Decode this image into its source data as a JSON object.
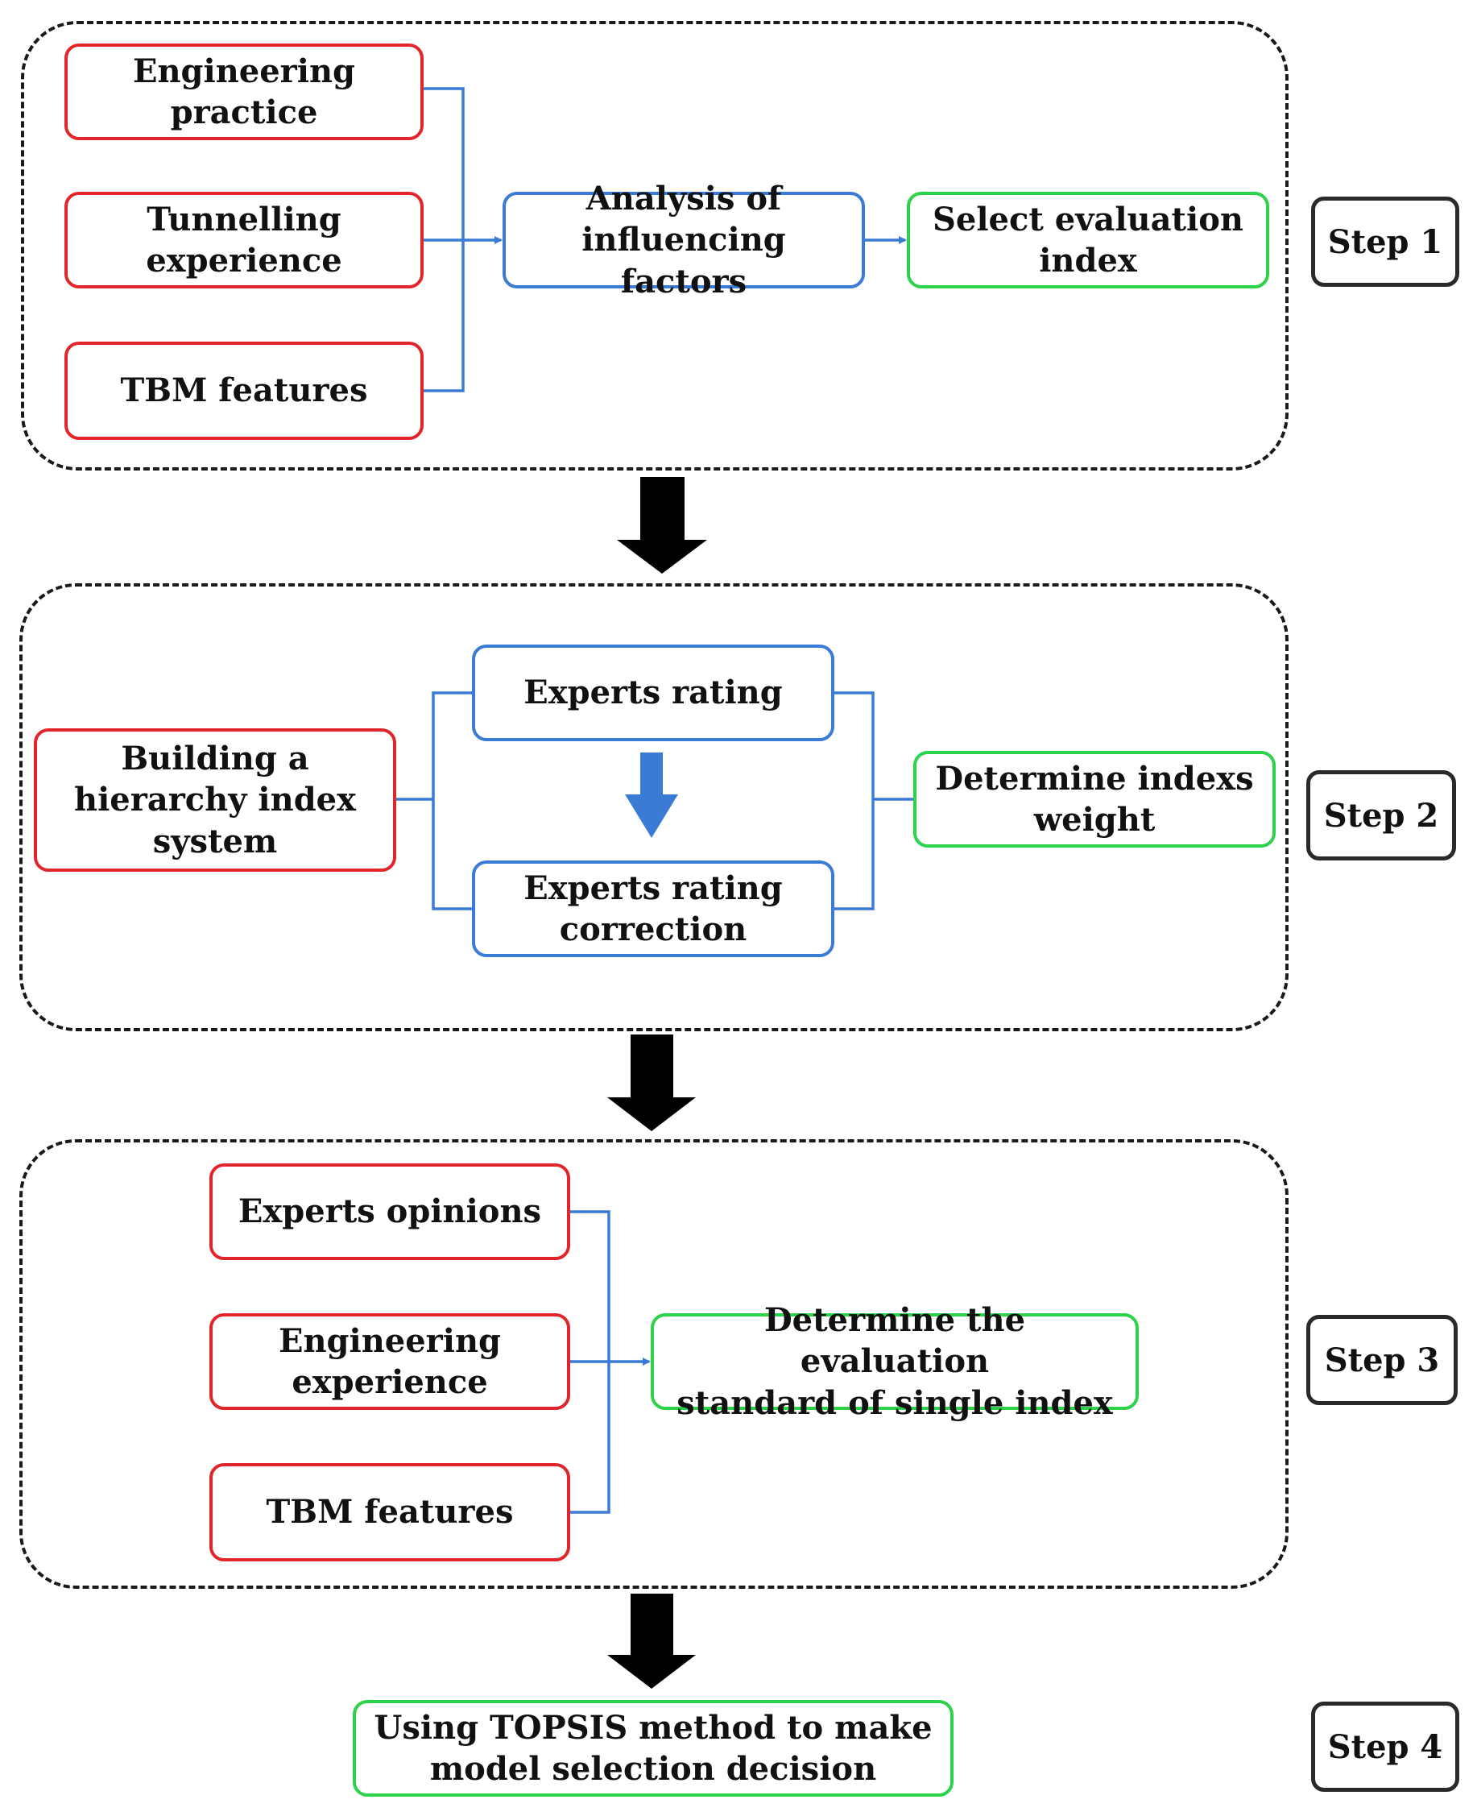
{
  "step1": {
    "inputs": [
      "Engineering\npractice",
      "Tunnelling\nexperience",
      "TBM features"
    ],
    "analysis": "Analysis of\ninfluencing factors",
    "result": "Select evaluation\nindex",
    "label": "Step 1"
  },
  "step2": {
    "input": "Building a\nhierarchy index\nsystem",
    "rating": "Experts rating",
    "correction": "Experts rating\ncorrection",
    "result": "Determine indexs\nweight",
    "label": "Step 2"
  },
  "step3": {
    "inputs": [
      "Experts opinions",
      "Engineering\nexperience",
      "TBM features"
    ],
    "result": "Determine the evaluation\nstandard of single index",
    "label": "Step 3"
  },
  "step4": {
    "result": "Using TOPSIS method to make\nmodel selection decision",
    "label": "Step 4"
  },
  "colors": {
    "input": "#e0262b",
    "process": "#3a7bd5",
    "output": "#2bd24a",
    "frame": "#1a1a1a",
    "flow_arrow": "#000000"
  }
}
